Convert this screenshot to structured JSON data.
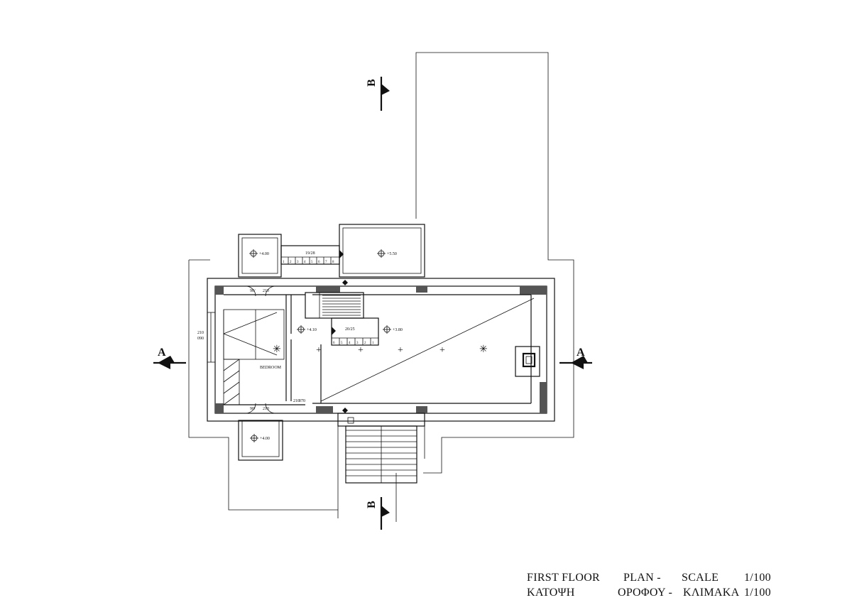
{
  "title": {
    "en_part1": "FIRST FLOOR",
    "en_part2": "PLAN -",
    "en_part3": "SCALE",
    "en_scale": "1/100",
    "gr_part1": "ΚΑΤΟΨΗ",
    "gr_part2": "ΟΡΟΦΟΥ -",
    "gr_part3": "ΚΛΙΜΑΚΑ",
    "gr_scale": "1/100"
  },
  "section_markers": {
    "a_left": "A",
    "a_right": "A",
    "b_top": "B",
    "b_bottom": "B"
  },
  "rooms": {
    "bedroom": "BEDROOM"
  },
  "levels": {
    "balcony_nw": "+4.00",
    "balcony_ne": "+5.50",
    "bedroom": "+4.10",
    "living": "+3.80",
    "balcony_sw": "+4.00"
  },
  "door_labels": {
    "door_top_w": "90/",
    "door_top_h": "210",
    "door_bottom_w": "90/",
    "door_bottom_h": "210",
    "window_west_top": "210",
    "window_west_bottom": "090",
    "window_mid_top": "210",
    "window_mid_bottom": "070"
  },
  "stairs": {
    "upper_ratio": "19/28",
    "upper_steps": [
      "1",
      "2",
      "3",
      "4",
      "5",
      "6",
      "7",
      "8"
    ],
    "inner_ratio": "20/25",
    "inner_steps": [
      "6",
      "5",
      "4",
      "3",
      "2",
      "1"
    ]
  }
}
